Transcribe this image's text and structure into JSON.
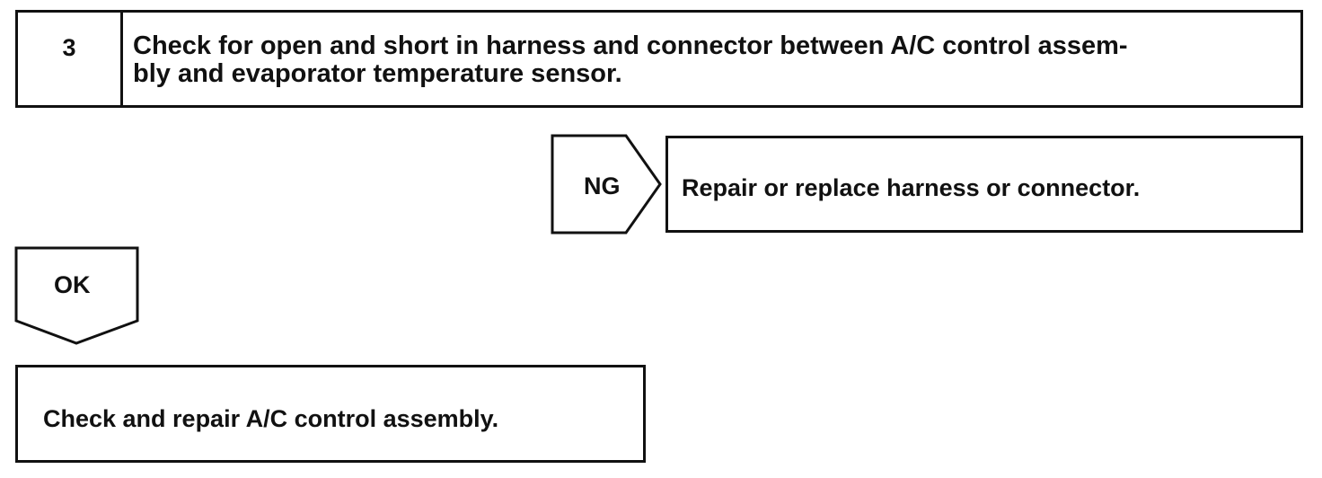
{
  "step": {
    "number": "3",
    "title_line1": "Check for open and short in harness and connector between A/C control assem-",
    "title_line2": "bly and evaporator temperature sensor."
  },
  "ng_branch": {
    "label": "NG",
    "action": "Repair or replace harness or connector."
  },
  "ok_branch": {
    "label": "OK",
    "action": "Check and repair A/C control assembly."
  },
  "colors": {
    "line": "#111111",
    "background": "#ffffff"
  }
}
